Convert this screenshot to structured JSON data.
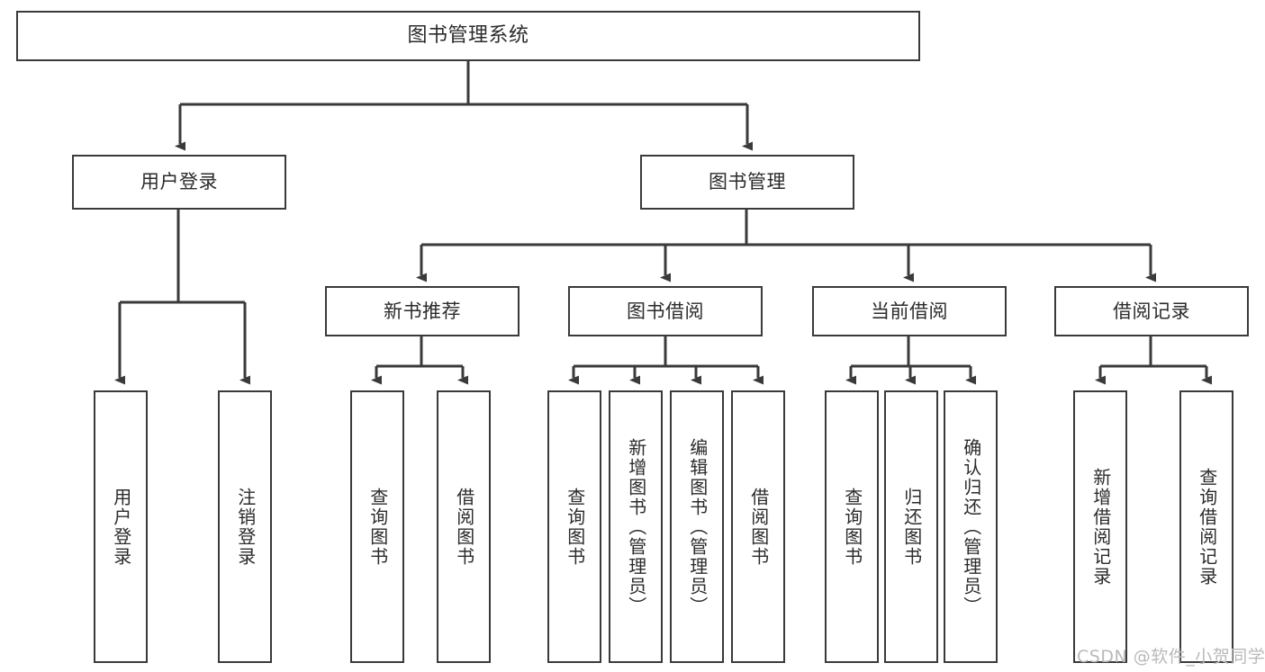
{
  "diagram": {
    "title": "图书管理系统",
    "type": "tree-hierarchy-diagram",
    "colors": {
      "box_border": "#3a3a3a",
      "box_fill": "#ffffff",
      "edge": "#3a3a3a",
      "text": "#2b2b2b",
      "watermark": "#b9b9b9",
      "background": "#ffffff"
    },
    "watermark": "CSDN @软件_小贺同学",
    "nodes": {
      "root": {
        "label": "图书管理系统"
      },
      "level2": [
        {
          "label": "用户登录"
        },
        {
          "label": "图书管理"
        }
      ],
      "level3": [
        {
          "label": "新书推荐"
        },
        {
          "label": "图书借阅"
        },
        {
          "label": "当前借阅"
        },
        {
          "label": "借阅记录"
        }
      ],
      "leaves": {
        "user_login": [
          {
            "label": "用户登录"
          },
          {
            "label": "注销登录"
          }
        ],
        "new_book_recommend": [
          {
            "label": "查询图书"
          },
          {
            "label": "借阅图书"
          }
        ],
        "book_borrow": [
          {
            "label": "查询图书"
          },
          {
            "label": "新增图书（管理员）"
          },
          {
            "label": "编辑图书（管理员）"
          },
          {
            "label": "借阅图书"
          }
        ],
        "current_borrow": [
          {
            "label": "查询图书"
          },
          {
            "label": "归还图书"
          },
          {
            "label": "确认归还（管理员）"
          }
        ],
        "borrow_record": [
          {
            "label": "新增借阅记录"
          },
          {
            "label": "查询借阅记录"
          }
        ]
      }
    }
  }
}
